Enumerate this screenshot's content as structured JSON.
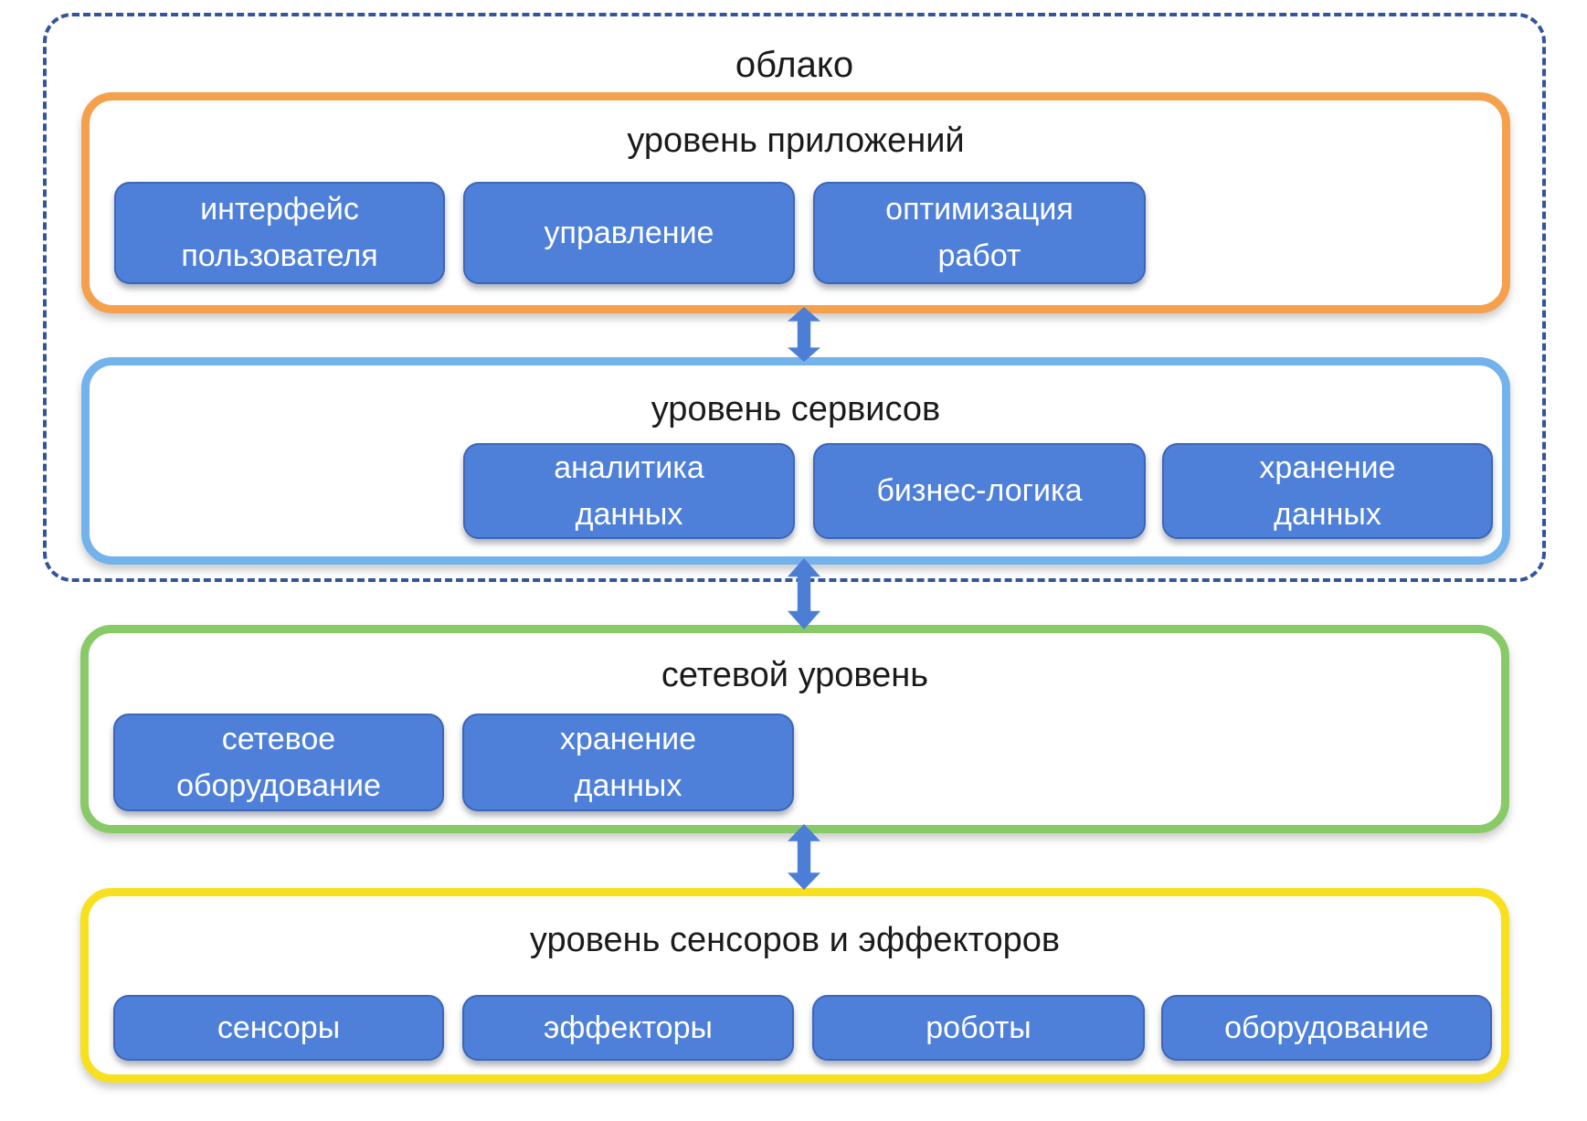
{
  "colors": {
    "cloud_border": "#33549F",
    "app_border": "#F5A04D",
    "services_border": "#74B2EC",
    "network_border": "#89CA68",
    "sensors_border": "#F7E01E",
    "box_fill": "#4E80DA",
    "box_border": "#3D66B6",
    "box_text": "#FFFFFF",
    "title_text": "#1B1B1B",
    "arrow": "#4D7ED6"
  },
  "cloud": {
    "title": "облако"
  },
  "layers": {
    "app": {
      "title": "уровень приложений",
      "boxes": [
        "интерфейс\nпользователя",
        "управление",
        "оптимизация\nработ"
      ]
    },
    "services": {
      "title": "уровень сервисов",
      "boxes": [
        "аналитика\nданных",
        "бизнес-логика",
        "хранение\nданных"
      ]
    },
    "network": {
      "title": "сетевой уровень",
      "boxes": [
        "сетевое\nоборудование",
        "хранение\nданных"
      ]
    },
    "sensors": {
      "title": "уровень сенсоров и эффекторов",
      "boxes": [
        "сенсоры",
        "эффекторы",
        "роботы",
        "оборудование"
      ]
    }
  }
}
